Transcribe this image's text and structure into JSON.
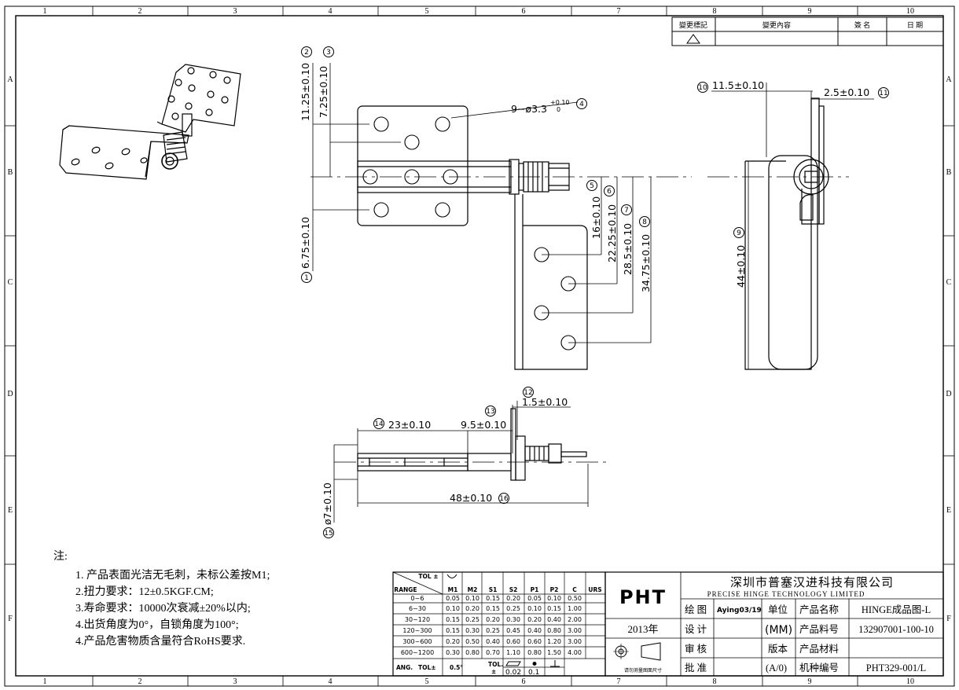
{
  "grid": {
    "cols": [
      "1",
      "2",
      "3",
      "4",
      "5",
      "6",
      "7",
      "8",
      "9",
      "10"
    ],
    "rows": [
      "A",
      "B",
      "C",
      "D",
      "E",
      "F"
    ]
  },
  "revision_block": {
    "h_mark": "變更標記",
    "h_content": "變更內容",
    "h_sign": "簽 名",
    "h_date": "日 期"
  },
  "dims": {
    "d1": "6.75±0.10",
    "d2": "11.25±0.10",
    "d3": "7.25±0.10",
    "d4": "9−ø3.3",
    "d4_tol": "+0.10",
    "d4_tol2": "0",
    "d5": "16±0.10",
    "d6": "22.25±0.10",
    "d7": "28.5±0.10",
    "d8": "34.75±0.10",
    "d9": "44±0.10",
    "d10": "11.5±0.10",
    "d11": "2.5±0.10",
    "d12": "1.5±0.10",
    "d13": "9.5±0.10",
    "d14": "23±0.10",
    "d15": "ø7±0.10",
    "d16": "48±0.10"
  },
  "balloons": [
    "1",
    "2",
    "3",
    "4",
    "5",
    "6",
    "7",
    "8",
    "9",
    "10",
    "11",
    "12",
    "13",
    "14",
    "15",
    "16"
  ],
  "notes": {
    "heading": "注:",
    "items": [
      "1. 产品表面光洁无毛刺，未标公差按M1;",
      "2.扭力要求：12±0.5KGF.CM;",
      "3.寿命要求：10000次衰减±20%以内;",
      "4.出货角度为0°，自锁角度为100°;",
      "4.产品危害物质含量符合RoHS要求."
    ]
  },
  "tolerance_table": {
    "corner_top": "TOL ±",
    "corner_bottom": "RANGE",
    "headers": [
      "M1",
      "M2",
      "S1",
      "S2",
      "P1",
      "P2",
      "C",
      "URS"
    ],
    "rows": [
      {
        "range": "0~6",
        "vals": [
          "0.05",
          "0.10",
          "0.15",
          "0.20",
          "0.05",
          "0.10",
          "0.50",
          ""
        ]
      },
      {
        "range": "6~30",
        "vals": [
          "0.10",
          "0.20",
          "0.15",
          "0.25",
          "0.10",
          "0.15",
          "1.00",
          ""
        ]
      },
      {
        "range": "30~120",
        "vals": [
          "0.15",
          "0.25",
          "0.20",
          "0.30",
          "0.20",
          "0.40",
          "2.00",
          ""
        ]
      },
      {
        "range": "120~300",
        "vals": [
          "0.15",
          "0.30",
          "0.25",
          "0.45",
          "0.40",
          "0.80",
          "3.00",
          ""
        ]
      },
      {
        "range": "300~600",
        "vals": [
          "0.20",
          "0.50",
          "0.40",
          "0.60",
          "0.60",
          "1.20",
          "3.00",
          ""
        ]
      },
      {
        "range": "600~1200",
        "vals": [
          "0.30",
          "0.80",
          "0.70",
          "1.10",
          "0.80",
          "1.50",
          "4.00",
          ""
        ]
      }
    ],
    "ang_label": "ANG.",
    "ang_tol": "TOL±",
    "ang_value": "0.5°",
    "tol_label": "TOL.",
    "tol_sub": "±",
    "flat_value": "0.02",
    "round_value": "0.1"
  },
  "title_block": {
    "logo": "PHT",
    "year": "2013年",
    "projection_note": "请勿测量图面尺寸",
    "company_cn": "深圳市普塞汉进科技有限公司",
    "company_en": "PRECISE HINGE TECHNOLOGY LIMITED",
    "draw_label": "绘 图",
    "draw_value": "Aying03/19",
    "design_label": "设 计",
    "check_label": "审 核",
    "approve_label": "批 准",
    "unit_label": "单位",
    "unit_value": "(MM)",
    "version_label": "版本",
    "version_value": "(A/0)",
    "name_label": "产品名称",
    "name_value": "HINGE成品图-L",
    "part_label": "产品料号",
    "part_value": "132907001-100-10",
    "material_label": "产品材料",
    "material_value": "",
    "model_label": "机种编号",
    "model_value": "PHT329-001/L"
  }
}
